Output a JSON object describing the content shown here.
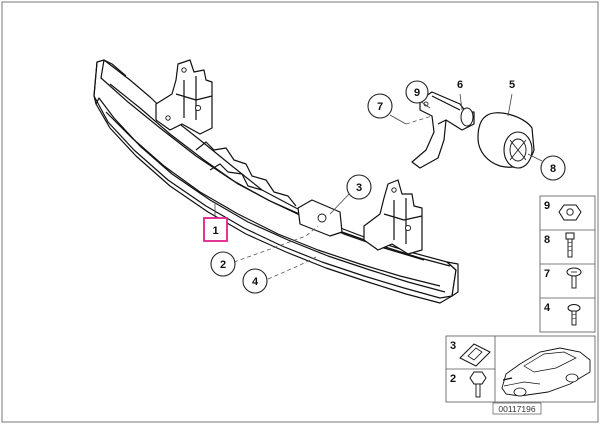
{
  "diagram": {
    "parts": [
      {
        "id": "1",
        "label": "1",
        "highlighted": true
      },
      {
        "id": "2",
        "label": "2"
      },
      {
        "id": "3",
        "label": "3"
      },
      {
        "id": "4",
        "label": "4"
      },
      {
        "id": "5",
        "label": "5"
      },
      {
        "id": "6",
        "label": "6"
      },
      {
        "id": "7",
        "label": "7"
      },
      {
        "id": "8",
        "label": "8"
      },
      {
        "id": "9",
        "label": "9"
      }
    ],
    "fastener_table": [
      {
        "label": "9",
        "icon": "nut-icon"
      },
      {
        "label": "8",
        "icon": "bolt-icon"
      },
      {
        "label": "7",
        "icon": "screw-icon"
      },
      {
        "label": "4",
        "icon": "washer-screw-icon"
      }
    ],
    "bottom_table": [
      {
        "label": "3",
        "icon": "clip-nut-icon"
      },
      {
        "label": "2",
        "icon": "hex-bolt-icon"
      }
    ],
    "reference_code": "00117196",
    "colors": {
      "highlight": "#e0218a",
      "line": "#111111",
      "fill": "#ffffff"
    }
  }
}
